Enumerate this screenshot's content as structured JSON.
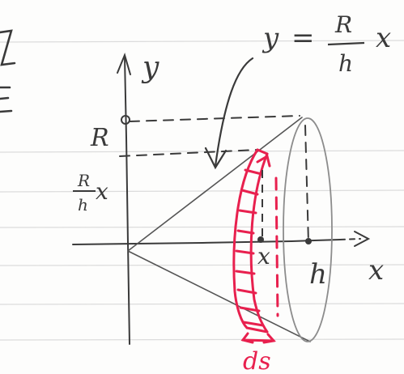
{
  "equation": {
    "lhs": "y",
    "equals": "=",
    "num": "R",
    "den": "h",
    "var": "x"
  },
  "labels": {
    "y_axis": "y",
    "x_axis": "x",
    "R": "R",
    "radius_num": "R",
    "radius_den": "h",
    "radius_var": "x",
    "x_pos": "x",
    "h": "h",
    "ds": "ds",
    "margin_top": "Z",
    "margin_bottom": "E"
  },
  "colors": {
    "paper": "#fdfdfc",
    "ruled": "#dcdcdc",
    "ink": "#3a3a3a",
    "pencil": "#8c8c8c",
    "red": "#e8204e"
  }
}
